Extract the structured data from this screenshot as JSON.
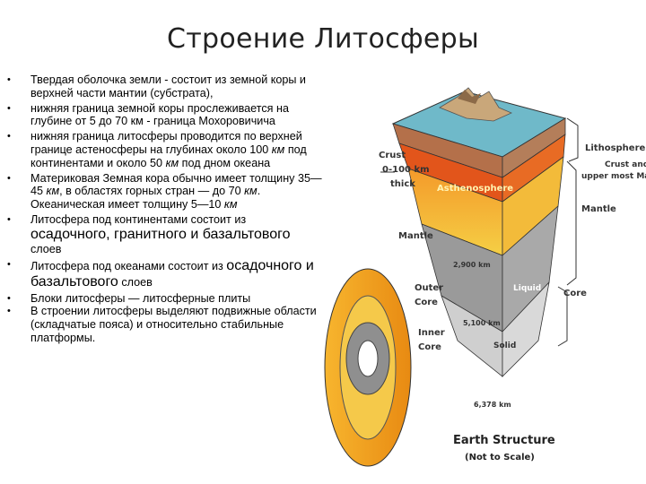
{
  "slide": {
    "title": "Строение Литосферы",
    "bullets": [
      "Твердая оболочка земли - состоит из земной коры и верхней части мантии (субстрата),",
      "нижняя граница земной коры прослеживается на глубине от 5 до 70 км - граница Мохоровичича",
      {
        "a": "нижняя граница литосферы проводится по верхней границе астеносферы на глубинах около 100 ",
        "b": "км",
        "c": " под континентами и около 50 ",
        "d": "км",
        "e": " под дном океана"
      },
      {
        "a": "Материковая Земная кора обычно имеет толщину 35—45 ",
        "b": "км",
        "c": ", в областях горных стран — до 70 ",
        "d": "км",
        "e": ". Океаническая имеет толщину 5—10 ",
        "f": "км"
      },
      {
        "a": "Литосфера под континентами состоит из ",
        "b": "осадочного, гранитного и базальтового",
        "c": " слоев"
      },
      {
        "a": "Литосфера под океанами состоит из ",
        "b": "осадочного и базальтового",
        "c": " слоев"
      },
      "Блоки литосферы — литосферные плиты",
      "В строении литосферы выделяют подвижные области (складчатые пояса) и относительно стабильные платформы."
    ],
    "bullet_symbol": "•"
  },
  "figure": {
    "labels": {
      "crust": "Crust",
      "crust_depth": "0-100 km",
      "thick": "thick",
      "lithosphere": "Lithosphere",
      "crust_and_upper_mantle_1": "Crust and",
      "crust_and_upper_mantle_2": "upper most Mantle",
      "asthenosphere": "Asthenosphere",
      "mantle_left": "Mantle",
      "mantle_right": "Mantle",
      "depth_2900": "2,900 km",
      "outer_core_1": "Outer",
      "outer_core_2": "Core",
      "liquid": "Liquid",
      "core": "Core",
      "depth_5100": "5,100 km",
      "inner_core_1": "Inner",
      "inner_core_2": "Core",
      "solid": "Solid",
      "depth_6378": "6,378 km"
    },
    "caption_title": "Earth Structure",
    "caption_note": "(Not to Scale)",
    "colors": {
      "crust_top": "#5fb4c8",
      "asthenosphere": "#e8561c",
      "mantle_yellow": "#f2c230",
      "outer_core_gray": "#9a9a9a",
      "inner_core_gray": "#c8c8c8",
      "ring_orange": "#f4a21a"
    }
  }
}
